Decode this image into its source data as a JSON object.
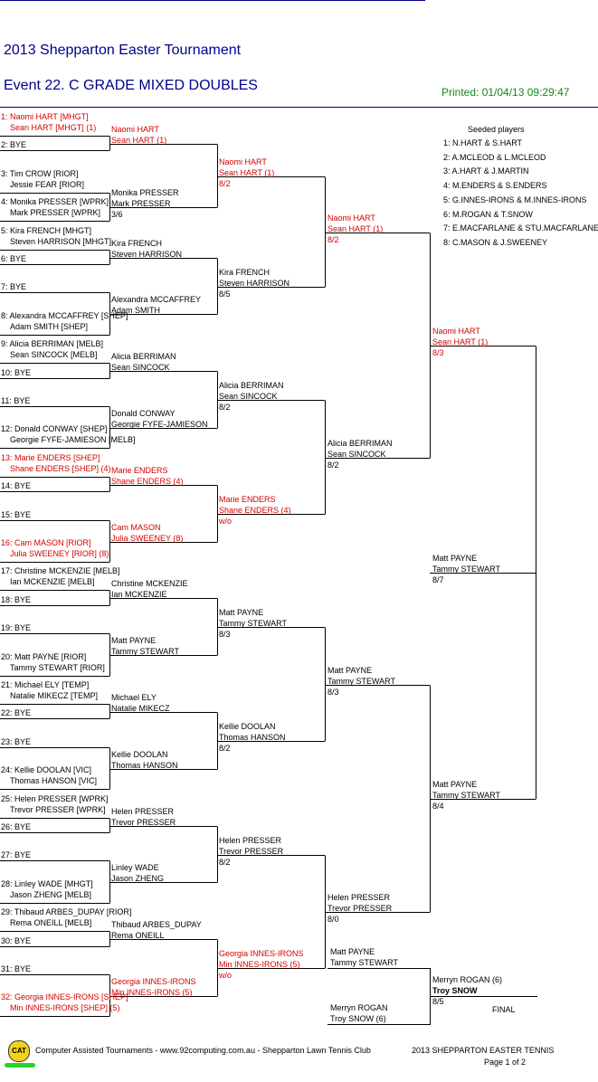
{
  "header": {
    "tournament": "2013 Shepparton Easter Tournament",
    "event": "Event 22. C GRADE MIXED DOUBLES",
    "printed": "Printed: 01/04/13 09:29:47"
  },
  "seeds": {
    "title": "Seeded players",
    "items": [
      "1: N.HART & S.HART",
      "2: A.MCLEOD & L.MCLEOD",
      "3: A.HART & J.MARTIN",
      "4: M.ENDERS & S.ENDERS",
      "5: G.INNES-IRONS & M.INNES-IRONS",
      "6: M.ROGAN & T.SNOW",
      "7: E.MACFARLANE & STU.MACFARLANE",
      "8: C.MASON & J.SWEENEY"
    ]
  },
  "draw": [
    {
      "a": "1: Naomi HART [MHGT]",
      "b": "Sean HART [MHGT] (1)",
      "red": true
    },
    {
      "a": "2: BYE"
    },
    {
      "a": "3: Tim CROW [RIOR]",
      "b": "Jessie FEAR [RIOR]"
    },
    {
      "a": "4: Monika PRESSER [WPRK]",
      "b": "Mark PRESSER [WPRK]"
    },
    {
      "a": "5: Kira FRENCH [MHGT]",
      "b": "Steven HARRISON [MHGT]"
    },
    {
      "a": "6: BYE"
    },
    {
      "a": "7: BYE"
    },
    {
      "a": "8: Alexandra MCCAFFREY [SHEP]",
      "b": "Adam SMITH [SHEP]"
    },
    {
      "a": "9: Alicia BERRIMAN [MELB]",
      "b": "Sean SINCOCK [MELB]"
    },
    {
      "a": "10: BYE"
    },
    {
      "a": "11: BYE"
    },
    {
      "a": "12: Donald CONWAY [SHEP]",
      "b": "Georgie FYFE-JAMIESON [MELB]"
    },
    {
      "a": "13: Marie ENDERS [SHEP]",
      "b": "Shane ENDERS [SHEP] (4)",
      "red": true
    },
    {
      "a": "14: BYE"
    },
    {
      "a": "15: BYE"
    },
    {
      "a": "16: Cam MASON [RIOR]",
      "b": "Julia SWEENEY [RIOR] (8)",
      "red": true
    },
    {
      "a": "17: Christine MCKENZIE [MELB]",
      "b": "Ian MCKENZIE [MELB]"
    },
    {
      "a": "18: BYE"
    },
    {
      "a": "19: BYE"
    },
    {
      "a": "20: Matt PAYNE [RIOR]",
      "b": "Tammy STEWART [RIOR]"
    },
    {
      "a": "21: Michael ELY [TEMP]",
      "b": "Natalie MIKECZ [TEMP]"
    },
    {
      "a": "22: BYE"
    },
    {
      "a": "23: BYE"
    },
    {
      "a": "24: Kellie DOOLAN [VIC]",
      "b": "Thomas HANSON [VIC]"
    },
    {
      "a": "25: Helen PRESSER [WPRK]",
      "b": "Trevor PRESSER [WPRK]"
    },
    {
      "a": "26: BYE"
    },
    {
      "a": "27: BYE"
    },
    {
      "a": "28: Linley WADE [MHGT]",
      "b": "Jason ZHENG [MELB]"
    },
    {
      "a": "29: Thibaud ARBES_DUPAY [RIOR]",
      "b": "Rema ONEILL [MELB]"
    },
    {
      "a": "30: BYE"
    },
    {
      "a": "31: BYE"
    },
    {
      "a": "32: Georgia INNES-IRONS [SHEP]",
      "b": "Min INNES-IRONS [SHEP] (5)",
      "red": true
    }
  ],
  "round2": [
    {
      "a": "Naomi HART",
      "b": "Sean HART (1)",
      "red": true
    },
    {
      "a": "Monika PRESSER",
      "b": "Mark PRESSER",
      "score": "3/6"
    },
    {
      "a": "Kira FRENCH",
      "b": "Steven HARRISON"
    },
    {
      "a": "Alexandra MCCAFFREY",
      "b": "Adam SMITH"
    },
    {
      "a": "Alicia BERRIMAN",
      "b": "Sean SINCOCK"
    },
    {
      "a": "Donald CONWAY",
      "b": "Georgie FYFE-JAMIESON"
    },
    {
      "a": "Marie ENDERS",
      "b": "Shane ENDERS (4)",
      "red": true
    },
    {
      "a": "Cam MASON",
      "b": "Julia SWEENEY (8)",
      "red": true
    },
    {
      "a": "Christine MCKENZIE",
      "b": "Ian MCKENZIE"
    },
    {
      "a": "Matt PAYNE",
      "b": "Tammy STEWART"
    },
    {
      "a": "Michael ELY",
      "b": "Natalie MIKECZ"
    },
    {
      "a": "Kellie DOOLAN",
      "b": "Thomas HANSON"
    },
    {
      "a": "Helen PRESSER",
      "b": "Trevor PRESSER"
    },
    {
      "a": "Linley WADE",
      "b": "Jason ZHENG"
    },
    {
      "a": "Thibaud ARBES_DUPAY",
      "b": "Rema ONEILL"
    },
    {
      "a": "Georgia INNES-IRONS",
      "b": "Min INNES-IRONS (5)",
      "red": true
    }
  ],
  "round3": [
    {
      "a": "Naomi HART",
      "b": "Sean HART (1)",
      "score": "8/2",
      "red": true
    },
    {
      "a": "Kira FRENCH",
      "b": "Steven HARRISON",
      "score": "8/5"
    },
    {
      "a": "Alicia BERRIMAN",
      "b": "Sean SINCOCK",
      "score": "8/2"
    },
    {
      "a": "Marie ENDERS",
      "b": "Shane ENDERS (4)",
      "score": "w/o",
      "red": true
    },
    {
      "a": "Matt PAYNE",
      "b": "Tammy STEWART",
      "score": "8/3"
    },
    {
      "a": "Kellie DOOLAN",
      "b": "Thomas HANSON",
      "score": "8/2"
    },
    {
      "a": "Helen PRESSER",
      "b": "Trevor PRESSER",
      "score": "8/2"
    },
    {
      "a": "Georgia INNES-IRONS",
      "b": "Min INNES-IRONS (5)",
      "score": "w/o",
      "red": true
    }
  ],
  "round4": [
    {
      "a": "Naomi HART",
      "b": "Sean HART (1)",
      "score": "8/2",
      "red": true
    },
    {
      "a": "Alicia BERRIMAN",
      "b": "Sean SINCOCK",
      "score": "8/2"
    },
    {
      "a": "Matt PAYNE",
      "b": "Tammy STEWART",
      "score": "8/3"
    },
    {
      "a": "Helen PRESSER",
      "b": "Trevor PRESSER",
      "score": "8/0"
    }
  ],
  "round5": [
    {
      "a": "Naomi HART",
      "b": "Sean HART (1)",
      "score": "8/3",
      "red": true
    },
    {
      "a": "Matt PAYNE",
      "b": "Tammy STEWART",
      "score": "8/4"
    },
    {
      "a": "Matt PAYNE",
      "b": "Tammy STEWART",
      "score": "8/7"
    }
  ],
  "final": {
    "top": {
      "a": "Matt PAYNE",
      "b": "Tammy STEWART"
    },
    "bottom": {
      "a": "Merryn ROGAN",
      "b": "Troy SNOW (6)"
    },
    "winner": {
      "a": "Merryn ROGAN (6)",
      "b": "Troy SNOW",
      "score": "8/5"
    },
    "label": "FINAL"
  },
  "footer": {
    "logo": "CAT",
    "left": "Computer Assisted Tournaments - www.92computing.com.au -  Shepparton Lawn Tennis Club",
    "right": "2013 SHEPPARTON EASTER TENNIS",
    "page": "Page 1 of 2"
  },
  "colors": {
    "accent_blue": "#00008b",
    "seed_red": "#d40000",
    "printed_green": "#148a14"
  }
}
